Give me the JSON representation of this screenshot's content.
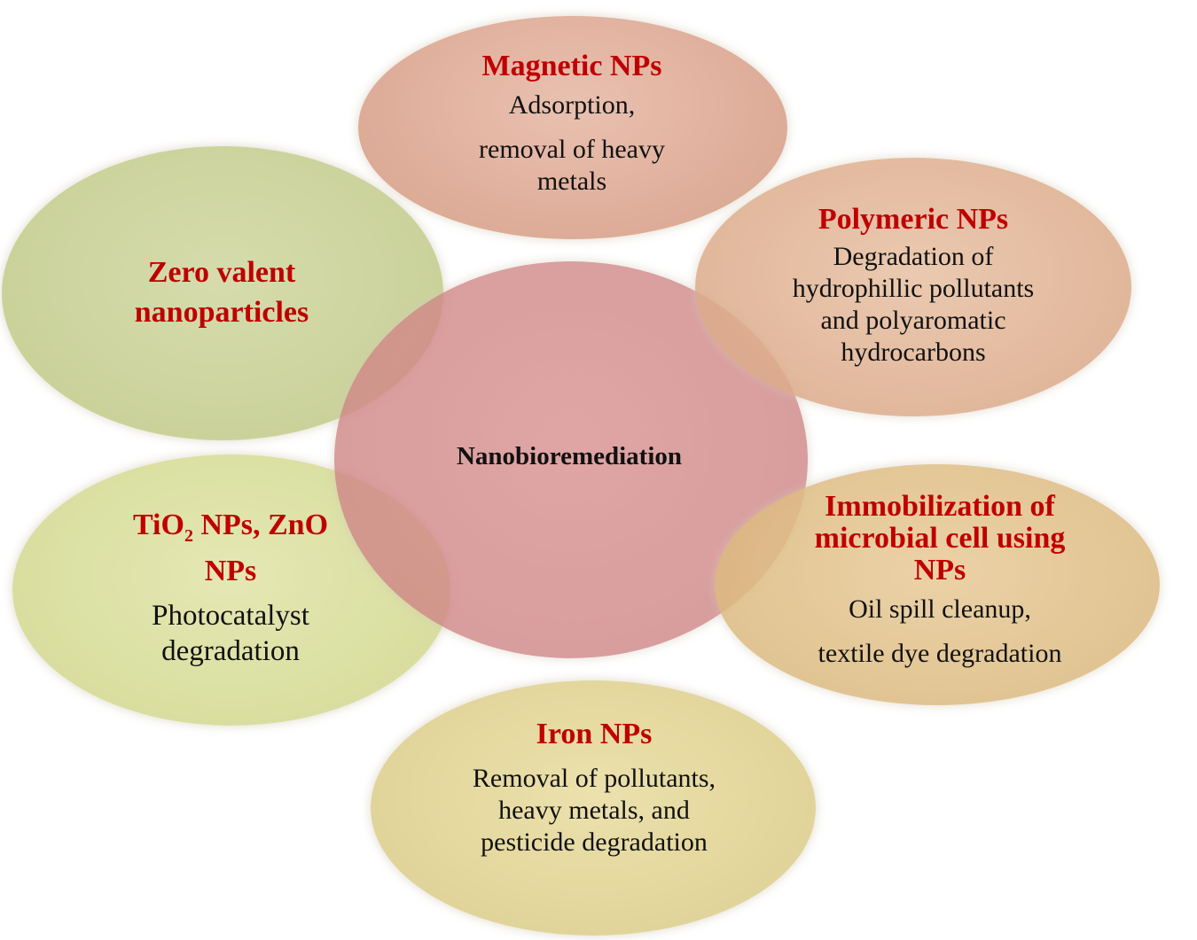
{
  "diagram": {
    "center": {
      "label": "Nanobioremediation"
    },
    "nodes": {
      "magnetic": {
        "title": "Magnetic NPs",
        "desc_line1": "Adsorption,",
        "desc_line2": "removal of heavy",
        "desc_line3": "metals"
      },
      "zero_valent": {
        "title_line1": "Zero valent",
        "title_line2": "nanoparticles"
      },
      "polymeric": {
        "title": "Polymeric NPs",
        "desc_line1": "Degradation of",
        "desc_line2": "hydrophillic pollutants",
        "desc_line3": "and polyaromatic",
        "desc_line4": "hydrocarbons"
      },
      "tio2": {
        "title_prefix": "TiO",
        "title_sub": "2",
        "title_suffix": " NPs, ZnO",
        "title_line2": "NPs",
        "desc_line1": "Photocatalyst",
        "desc_line2": "degradation"
      },
      "immobilization": {
        "title_line1": "Immobilization of",
        "title_line2": "microbial cell using",
        "title_line3": "NPs",
        "desc_line1": "Oil spill cleanup,",
        "desc_line2": "textile dye degradation"
      },
      "iron": {
        "title": "Iron NPs",
        "desc_line1": "Removal of pollutants,",
        "desc_line2": "heavy metals, and",
        "desc_line3": "pesticide degradation"
      }
    },
    "colors": {
      "center_fill": "#d68a8a",
      "magnetic_fill": "#deaa96",
      "polymeric_fill": "#e3b394",
      "zero_valent_fill": "#c9d297",
      "tio2_fill": "#d9df9b",
      "immobilization_fill": "#e0c28a",
      "iron_fill": "#e3d597",
      "title_color": "#c00000"
    }
  }
}
